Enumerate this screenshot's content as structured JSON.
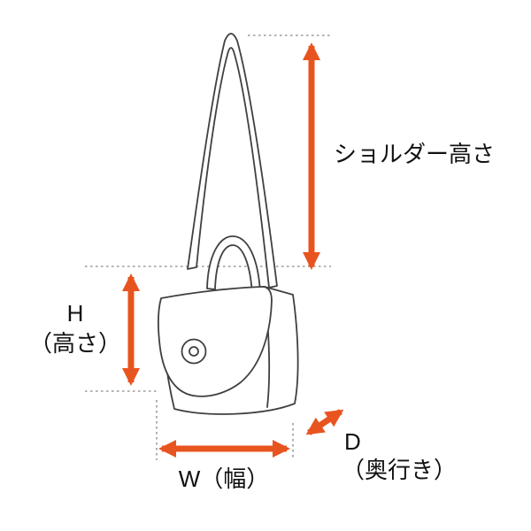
{
  "diagram": {
    "type": "product-measurement-diagram",
    "subject": "shoulder-bag-line-art",
    "labels": {
      "shoulder_height": "ショルダー高さ",
      "height_main": "H",
      "height_sub": "（高さ）",
      "width": "W（幅）",
      "depth_main": "D",
      "depth_sub": "（奥行き）"
    },
    "colors": {
      "arrow": "#e8541f",
      "outline": "#404040",
      "guide_line": "#9a9a9a",
      "background": "#ffffff",
      "text": "#111111"
    }
  }
}
